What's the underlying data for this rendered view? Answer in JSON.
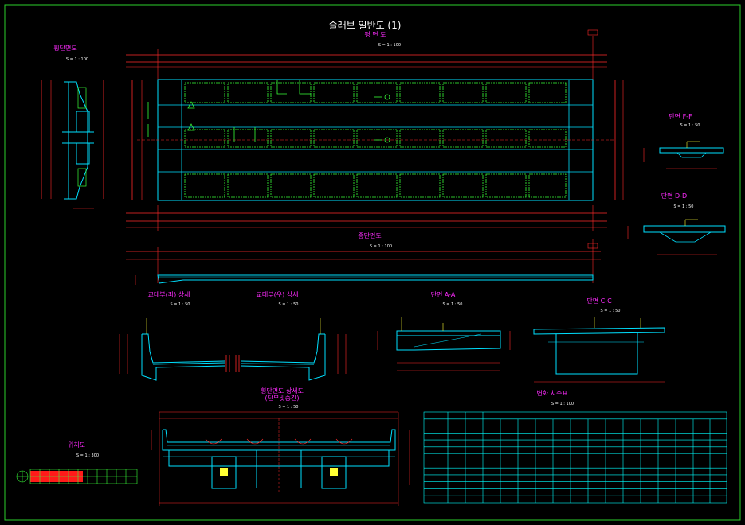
{
  "colors": {
    "background": "#000000",
    "frame": "#2bd12b",
    "title": "#ffffff",
    "view_label": "#ff2bff",
    "scale": "#ffffff",
    "dim_line": "#ff2a2a",
    "structure": "#00e0ff",
    "panel": "#39ff39",
    "note": "#ffff33",
    "table_grid": "#00ffff",
    "fill_red": "#ff1a1a"
  },
  "sheet": {
    "title": "슬래브 일반도 (1)"
  },
  "views": {
    "plan": {
      "label": "평 면 도",
      "scale": "S = 1 : 100"
    },
    "cross_section": {
      "label": "횡단면도",
      "scale": "S = 1 : 100"
    },
    "long_section": {
      "label": "종단면도",
      "scale": "S = 1 : 100"
    },
    "section_ff": {
      "label": "단면 F-F",
      "scale": "S = 1 : 50"
    },
    "section_dd": {
      "label": "단면 D-D",
      "scale": "S = 1 : 50"
    },
    "abutment_left": {
      "label": "교대부(좌) 상세",
      "scale": "S = 1 : 50"
    },
    "abutment_right": {
      "label": "교대부(우) 상세",
      "scale": "S = 1 : 50"
    },
    "section_aa": {
      "label": "단면 A-A",
      "scale": "S = 1 : 50"
    },
    "section_cc": {
      "label": "단면 C-C",
      "scale": "S = 1 : 50"
    },
    "cross_detail": {
      "label": "횡단면도 상세도",
      "sublabel": "(단부및중간)",
      "scale": "S = 1 : 50"
    },
    "location": {
      "label": "위치도",
      "scale": "S = 1 : 300"
    },
    "table": {
      "label": "변화 치수표",
      "scale": "S = 1 : 100"
    }
  }
}
